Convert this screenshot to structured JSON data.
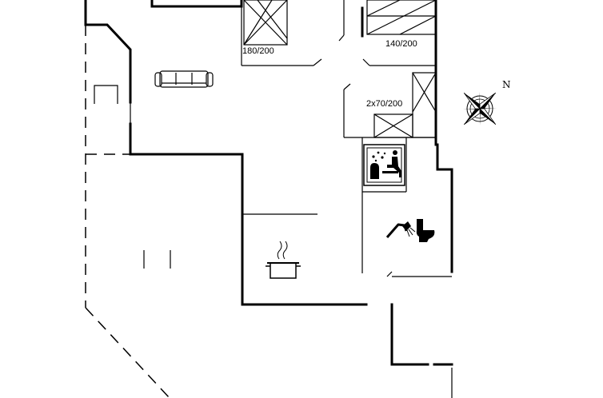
{
  "rooms": {
    "bedroom_1": {
      "bed_size": "180/200"
    },
    "bedroom_2": {
      "bed_size": "140/200"
    },
    "bedroom_3": {
      "bed_size": "2x70/200"
    }
  },
  "compass": {
    "north_label": "N"
  },
  "icons": {
    "sofa": "sofa-icon",
    "sauna": "sauna-icon",
    "shower": "shower-icon",
    "toilet": "toilet-icon",
    "kitchen": "cooking-pot-icon",
    "compass": "compass-rose-icon"
  }
}
